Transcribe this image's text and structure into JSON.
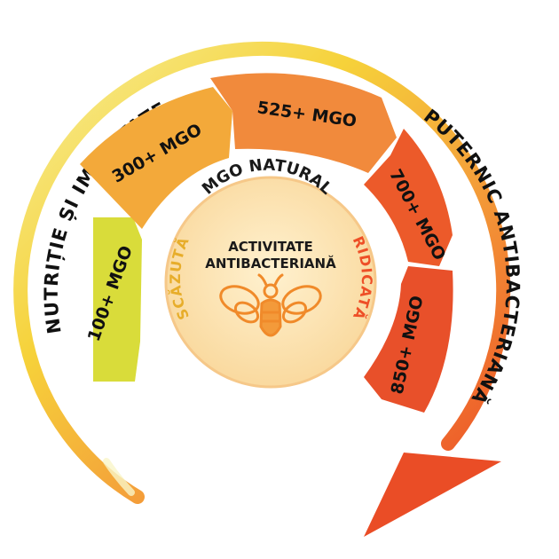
{
  "outer_labels": {
    "left": "NUTRIȚIE ȘI IMUNITATE",
    "right": "PUTERNIC ANTIBACTERIANĂ"
  },
  "segments": [
    {
      "label": "100+ MGO",
      "color": "#d9dc3a"
    },
    {
      "label": "300+ MGO",
      "color": "#f3a93a"
    },
    {
      "label": "525+ MGO",
      "color": "#f18a3c"
    },
    {
      "label": "700+ MGO",
      "color": "#ec5a2a"
    },
    {
      "label": "850+ MGO",
      "color": "#e8502a"
    }
  ],
  "center": {
    "title": "MGO NATURAL",
    "line1": "ACTIVITATE",
    "line2": "ANTIBACTERIANĂ",
    "low_label": "SCĂZUTĂ",
    "high_label": "RIDICATĂ",
    "icon": "bee-icon"
  },
  "colors": {
    "low": "#e7ad2a",
    "high": "#ee4f27",
    "center_fill": "#fde3b0"
  }
}
